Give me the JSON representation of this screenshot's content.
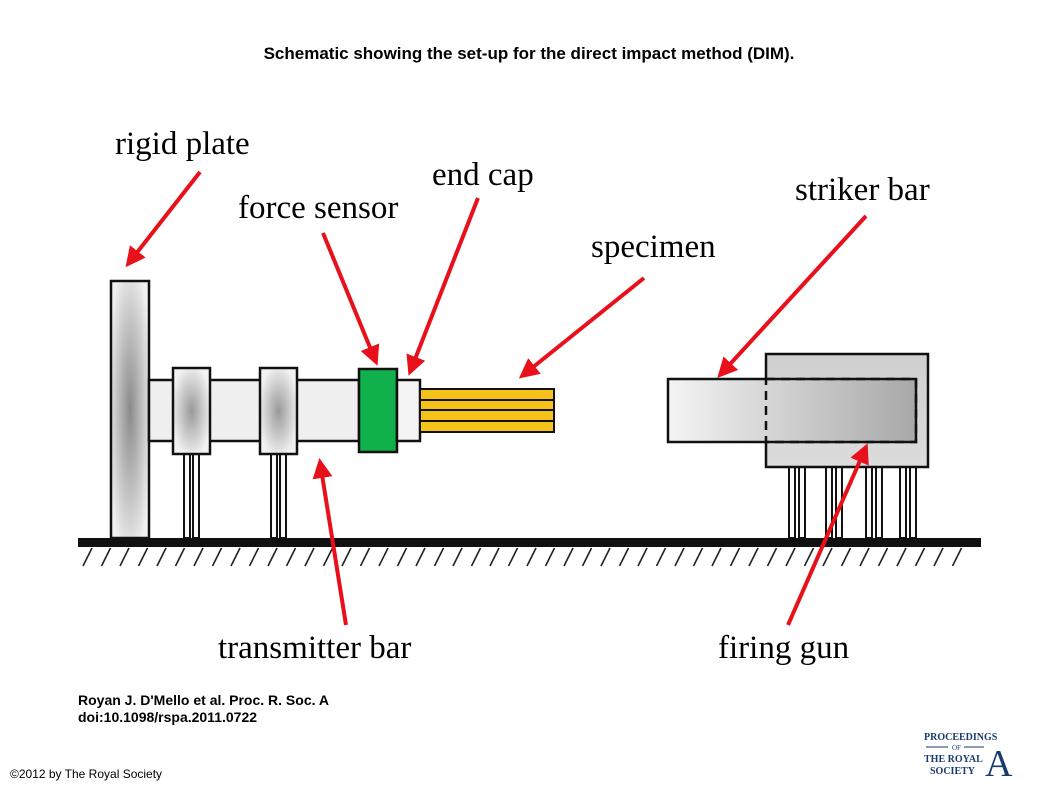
{
  "title": "Schematic showing the set-up for the direct impact method (DIM).",
  "labels": {
    "rigid_plate": "rigid plate",
    "force_sensor": "force sensor",
    "end_cap": "end cap",
    "specimen": "specimen",
    "striker_bar": "striker bar",
    "transmitter_bar": "transmitter bar",
    "firing_gun": "firing gun"
  },
  "citation": {
    "line1": "Royan J. D'Mello et al. Proc. R. Soc. A",
    "line2": "doi:10.1098/rspa.2011.0722"
  },
  "copyright": "©2012 by The Royal Society",
  "logo": {
    "line1": "PROCEEDINGS",
    "of": "OF",
    "line2": "THE ROYAL",
    "line3": "SOCIETY",
    "letter": "A"
  },
  "colors": {
    "arrow": "#e8101a",
    "force_sensor": "#10b04a",
    "specimen": "#f5c21a",
    "logo": "#1a3a6e"
  }
}
